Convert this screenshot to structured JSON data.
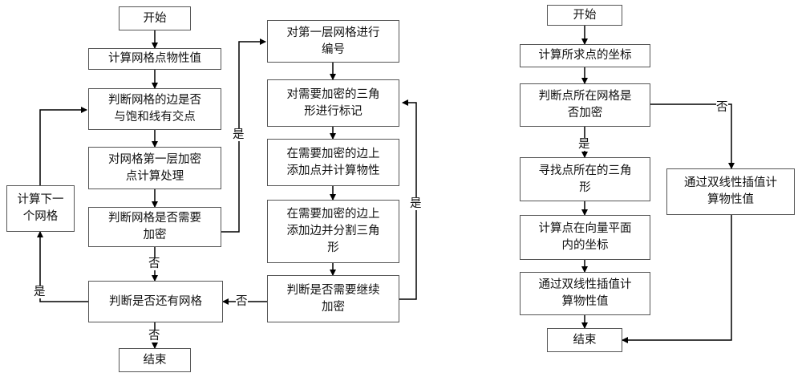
{
  "left_flow": {
    "start": "开始",
    "compute_props": "计算网格点物性值",
    "judge_edge": "判断网格的边是否\n与饱和线有交点",
    "first_refine": "对网格第一层加密\n点计算处理",
    "judge_need": "判断网格是否需要\n加密",
    "judge_more": "判断是否还有网格",
    "end": "结束",
    "next_grid": "计算下一\n个网格",
    "number_first": "对第一层网格进行\n编号",
    "mark_tri": "对需要加密的三角\n形进行标记",
    "add_point": "在需要加密的边上\n添加点并计算物性",
    "add_edge": "在需要加密的边上\n添加边并分割三角\n形",
    "judge_continue": "判断是否需要继续\n加密"
  },
  "right_flow": {
    "start": "开始",
    "compute_coord": "计算所求点的坐标",
    "judge_refined": "判断点所在网格是\n否加密",
    "find_tri": "寻找点所在的三角\n形",
    "vec_coord": "计算点在向量平面\n内的坐标",
    "interp_yes": "通过双线性插值计\n算物性值",
    "interp_no": "通过双线性插值计\n算物性值",
    "end": "结束"
  },
  "edge_labels": {
    "yes_need": "是",
    "no_need": "否",
    "yes_more": "是",
    "no_more": "否",
    "no_continue": "否",
    "yes_continue": "是",
    "yes_refined": "是",
    "no_refined": "否"
  }
}
